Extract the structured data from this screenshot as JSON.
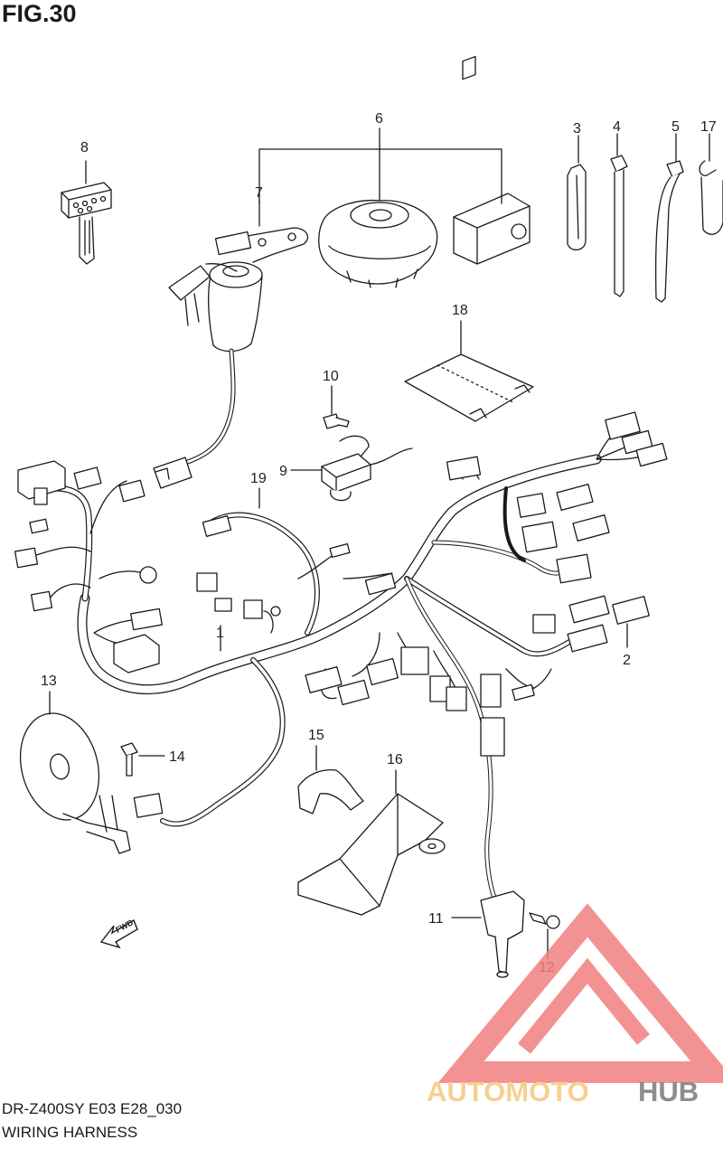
{
  "figure": {
    "title": "FIG.30",
    "code": "DR-Z400SY E03 E28_030",
    "name": "WIRING HARNESS"
  },
  "callouts": [
    {
      "key": "c1",
      "label": "1"
    },
    {
      "key": "c2",
      "label": "2"
    },
    {
      "key": "c3",
      "label": "3"
    },
    {
      "key": "c4",
      "label": "4"
    },
    {
      "key": "c5",
      "label": "5"
    },
    {
      "key": "c6",
      "label": "6"
    },
    {
      "key": "c7",
      "label": "7"
    },
    {
      "key": "c8",
      "label": "8"
    },
    {
      "key": "c9",
      "label": "9"
    },
    {
      "key": "c10",
      "label": "10"
    },
    {
      "key": "c11",
      "label": "11"
    },
    {
      "key": "c12",
      "label": "12"
    },
    {
      "key": "c13",
      "label": "13"
    },
    {
      "key": "c14",
      "label": "14"
    },
    {
      "key": "c15",
      "label": "15"
    },
    {
      "key": "c16",
      "label": "16"
    },
    {
      "key": "c17",
      "label": "17"
    },
    {
      "key": "c18",
      "label": "18"
    },
    {
      "key": "c19",
      "label": "19"
    }
  ],
  "fwd_arrow": {
    "label": "FWD"
  },
  "watermark": {
    "part1": "AUTOMOTO",
    "part2": "HUB",
    "color_primary": "#f08080",
    "color_secondary": "#f5c77e",
    "color_dark": "#7a7a7a"
  },
  "colors": {
    "line": "#1a1a1a",
    "fill": "#ffffff"
  }
}
